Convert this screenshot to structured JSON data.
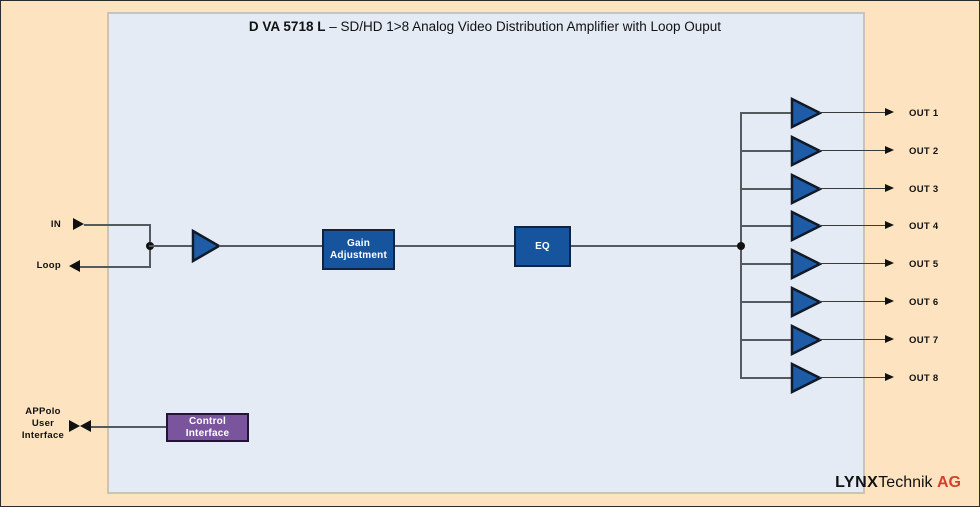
{
  "diagram": {
    "title_model": "D VA 5718 L",
    "title_desc": " – SD/HD 1>8 Analog Video Distribution Amplifier with Loop Ouput",
    "colors": {
      "page_background": "#fde3c0",
      "panel_background": "#e4ebf5",
      "panel_border": "#c9c3bb",
      "block_blue": "#17549e",
      "block_purple": "#7a559e",
      "wire": "#555a5e",
      "accent_red": "#d4402a"
    }
  },
  "inputs": {
    "in_label": "IN",
    "loop_label": "Loop",
    "control_label_line1": "APPolo",
    "control_label_line2": "User",
    "control_label_line3": "Interface"
  },
  "blocks": {
    "gain_line1": "Gain",
    "gain_line2": "Adjustment",
    "eq": "EQ",
    "control_line1": "Control",
    "control_line2": "Interface"
  },
  "outputs": [
    {
      "label": "OUT 1"
    },
    {
      "label": "OUT 2"
    },
    {
      "label": "OUT 3"
    },
    {
      "label": "OUT 4"
    },
    {
      "label": "OUT 5"
    },
    {
      "label": "OUT 6"
    },
    {
      "label": "OUT 7"
    },
    {
      "label": "OUT 8"
    }
  ],
  "logo": {
    "lynx": "LYNX",
    "technik": "Technik",
    "ag": "AG"
  }
}
